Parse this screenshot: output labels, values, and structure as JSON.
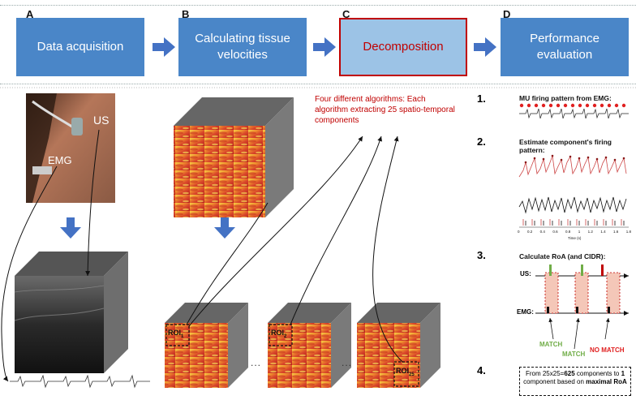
{
  "panels": [
    {
      "letter": "A",
      "label": "Data acquisition"
    },
    {
      "letter": "B",
      "label": "Calculating tissue velocities"
    },
    {
      "letter": "C",
      "label": "Decomposition"
    },
    {
      "letter": "D",
      "label": "Performance evaluation"
    }
  ],
  "photo_labels": {
    "us": "US",
    "emg": "EMG"
  },
  "decomposition_note": "Four different algorithms: Each algorithm extracting 25 spatio-temporal components",
  "rois": [
    {
      "main": "ROI",
      "sub": "1"
    },
    {
      "main": "ROI",
      "sub": "2"
    },
    {
      "main": "ROI",
      "sub": "25"
    }
  ],
  "ellipsis": "...",
  "steps": [
    {
      "num": "1.",
      "text": "MU firing pattern from EMG:"
    },
    {
      "num": "2.",
      "text": "Estimate component's firing pattern:"
    },
    {
      "num": "3.",
      "text": "Calculate RoA (and CIDR):"
    },
    {
      "num": "4.",
      "text": ""
    }
  ],
  "time_axis": {
    "label": "Time (s)",
    "ticks": [
      "0",
      "0.2",
      "0.4",
      "0.6",
      "0.8",
      "1",
      "1.2",
      "1.4",
      "1.6",
      "1.8"
    ]
  },
  "roa": {
    "us_label": "US:",
    "emg_label": "EMG:",
    "match1": "MATCH",
    "match2": "MATCH",
    "nomatch": "NO MATCH"
  },
  "final_note": {
    "pre": "From 25x25=",
    "bold1": "625",
    "mid": " components to ",
    "bold2": "1",
    "mid2": " component based on ",
    "bold3": "maximal RoA"
  },
  "colors": {
    "box": "#4a86c8",
    "box_selected": "#9cc3e6",
    "accent_red": "#c00000",
    "match_green": "#70ad47",
    "arrow_blue": "#4472c4"
  }
}
